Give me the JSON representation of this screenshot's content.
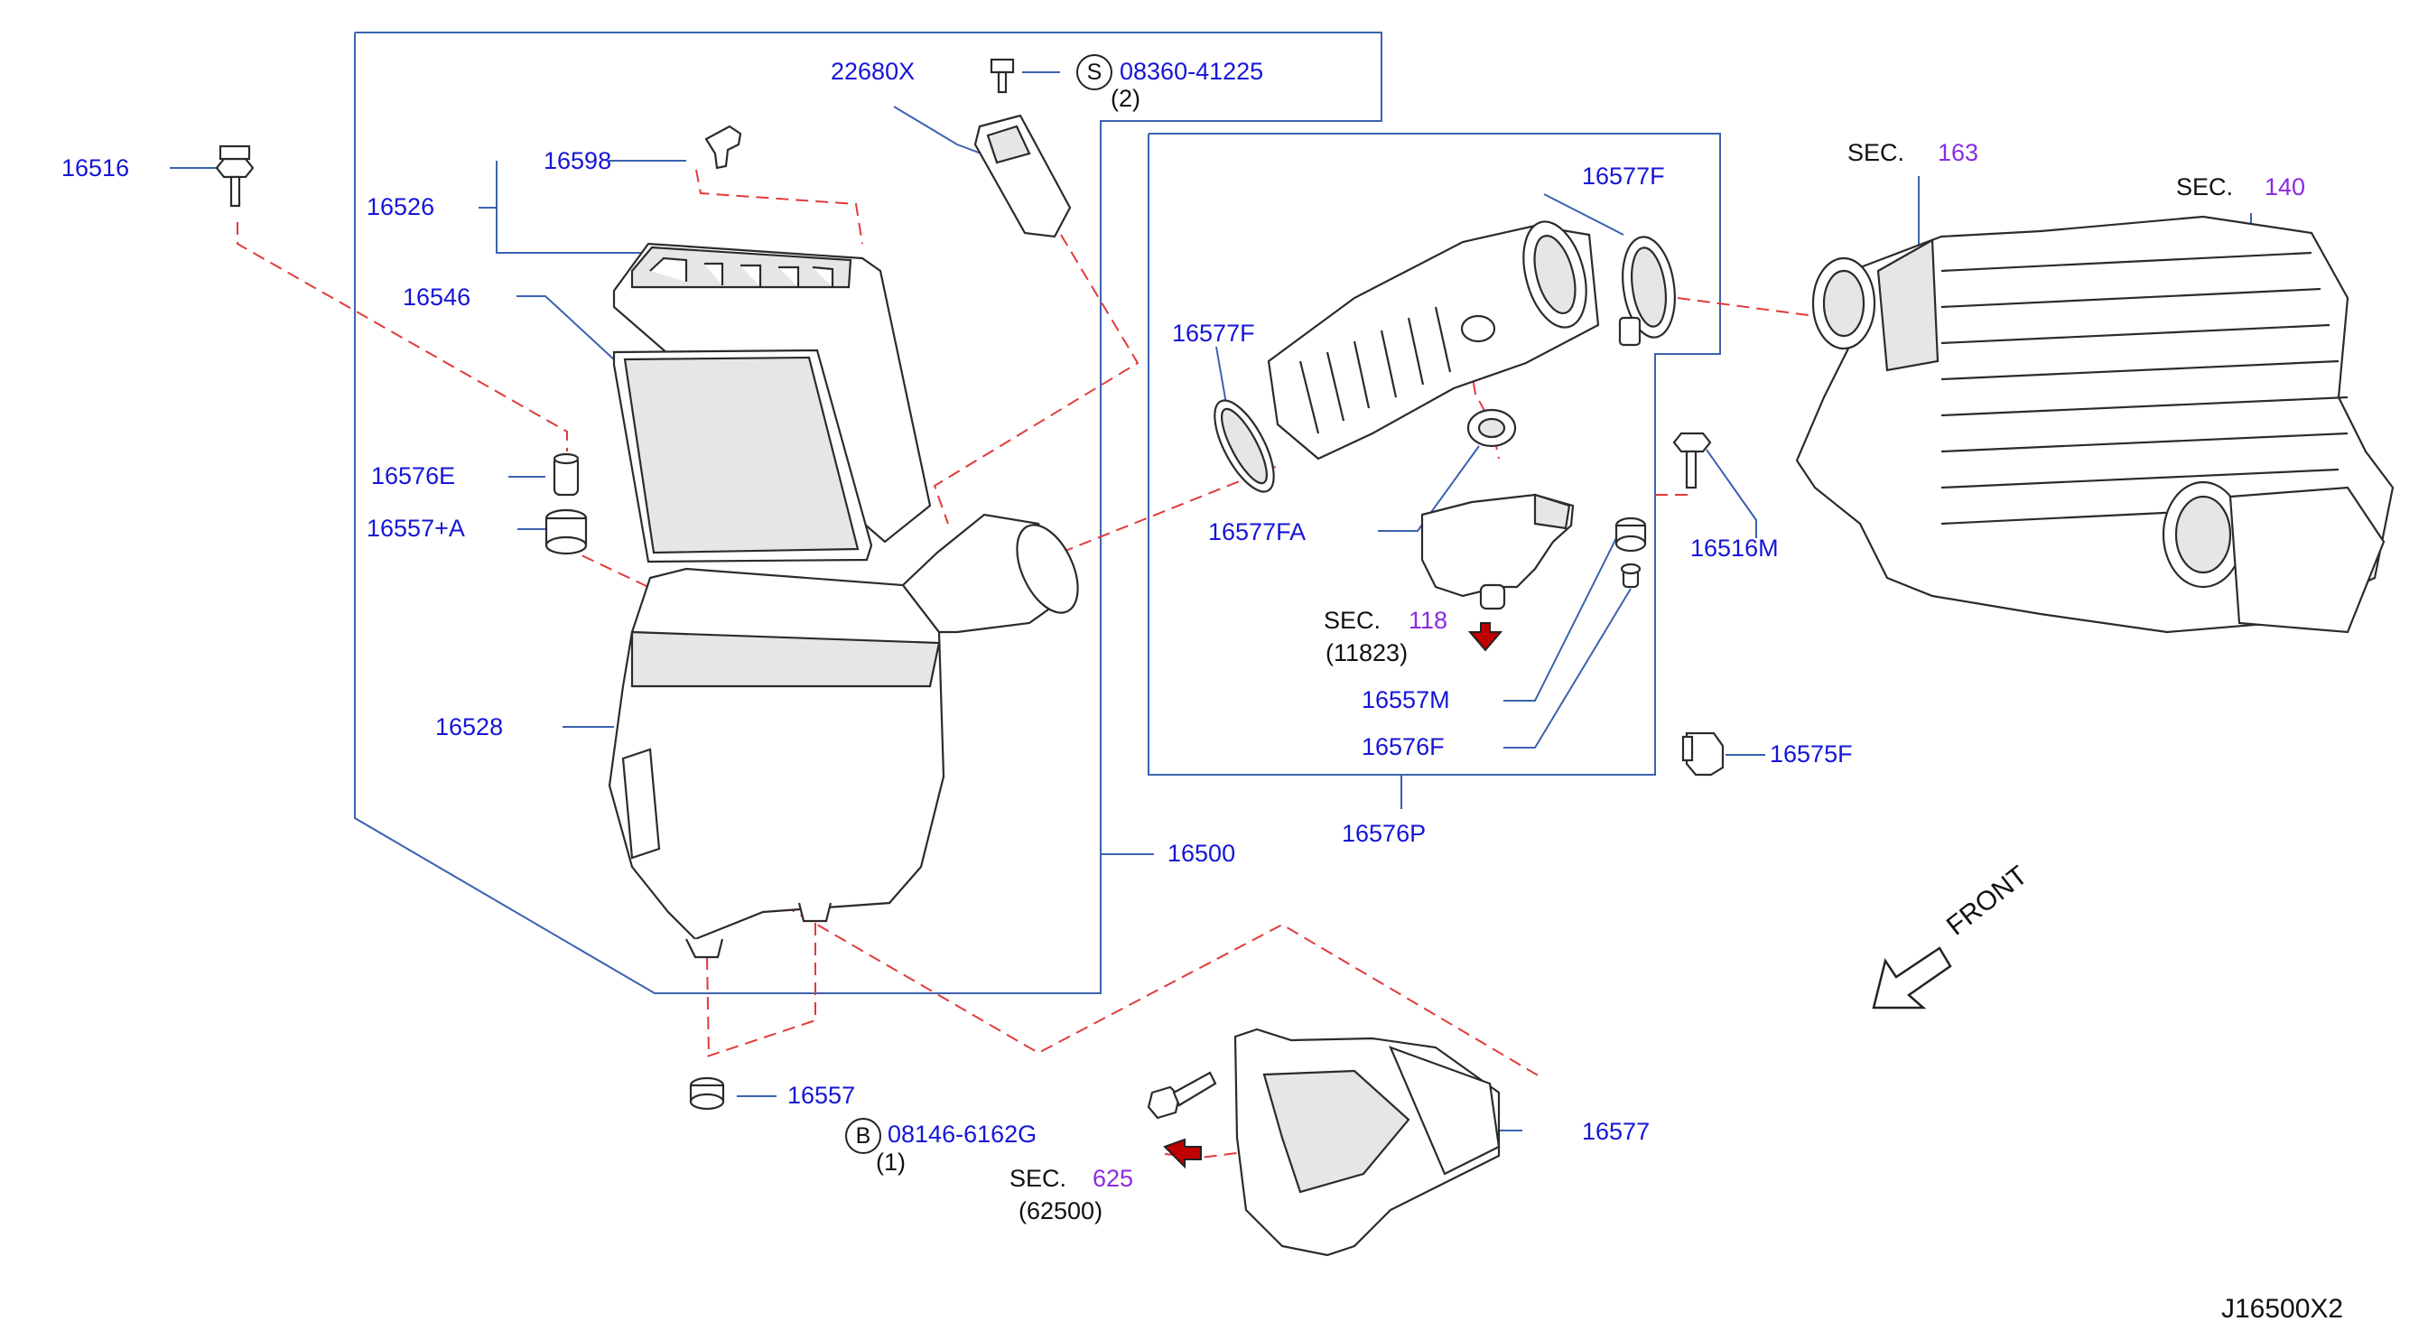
{
  "parts": {
    "p16516": "16516",
    "p16598": "16598",
    "p16526": "16526",
    "p16546": "16546",
    "p16576E": "16576E",
    "p16557A": "16557+A",
    "p16528": "16528",
    "p16500": "16500",
    "p16557": "16557",
    "p22680X": "22680X",
    "s_part": "08360-41225",
    "s_qty": "(2)",
    "s_symbol": "S",
    "b_part": "08146-6162G",
    "b_qty": "(1)",
    "b_symbol": "B",
    "p16577F_top": "16577F",
    "p16577F_left": "16577F",
    "p16577FA": "16577FA",
    "p16557M": "16557M",
    "p16576F": "16576F",
    "p16576P": "16576P",
    "p16516M": "16516M",
    "p16575F": "16575F",
    "p16577": "16577"
  },
  "sections": {
    "sec_label": "SEC.",
    "sec163": "163",
    "sec140": "140",
    "sec118": "118",
    "sec118_sub": "(11823)",
    "sec625": "625",
    "sec625_sub": "(62500)"
  },
  "front_label": "FRONT",
  "diagram_id": "J16500X2",
  "colors": {
    "part_number": "#1515d6",
    "section_number": "#8a2be2",
    "leader_line": "#3a62b0",
    "dashed_line": "#e23a3a",
    "outline": "#2b2b2b"
  }
}
